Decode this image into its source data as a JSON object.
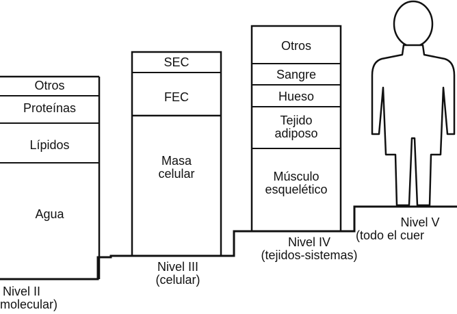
{
  "levels": {
    "l2": {
      "label_line1": "Nivel II",
      "label_line2": "molecular)",
      "segments": [
        "Otros",
        "Proteínas",
        "Lípidos",
        "Agua"
      ]
    },
    "l3": {
      "label_line1": "Nivel III",
      "label_line2": "(celular)",
      "segments": [
        "SEC",
        "FEC",
        "Masa",
        "celular"
      ]
    },
    "l4": {
      "label_line1": "Nivel IV",
      "label_line2": "(tejidos-sistemas)",
      "segments": [
        "Otros",
        "Sangre",
        "Hueso",
        "Tejido",
        "adiposo",
        "Músculo",
        "esquelético"
      ]
    },
    "l5": {
      "label_line1": "Nivel V",
      "label_line2": "(todo el cuer",
      "icon": "human-figure-icon"
    }
  },
  "colors": {
    "ink": "#111111",
    "background": "#ffffff"
  }
}
